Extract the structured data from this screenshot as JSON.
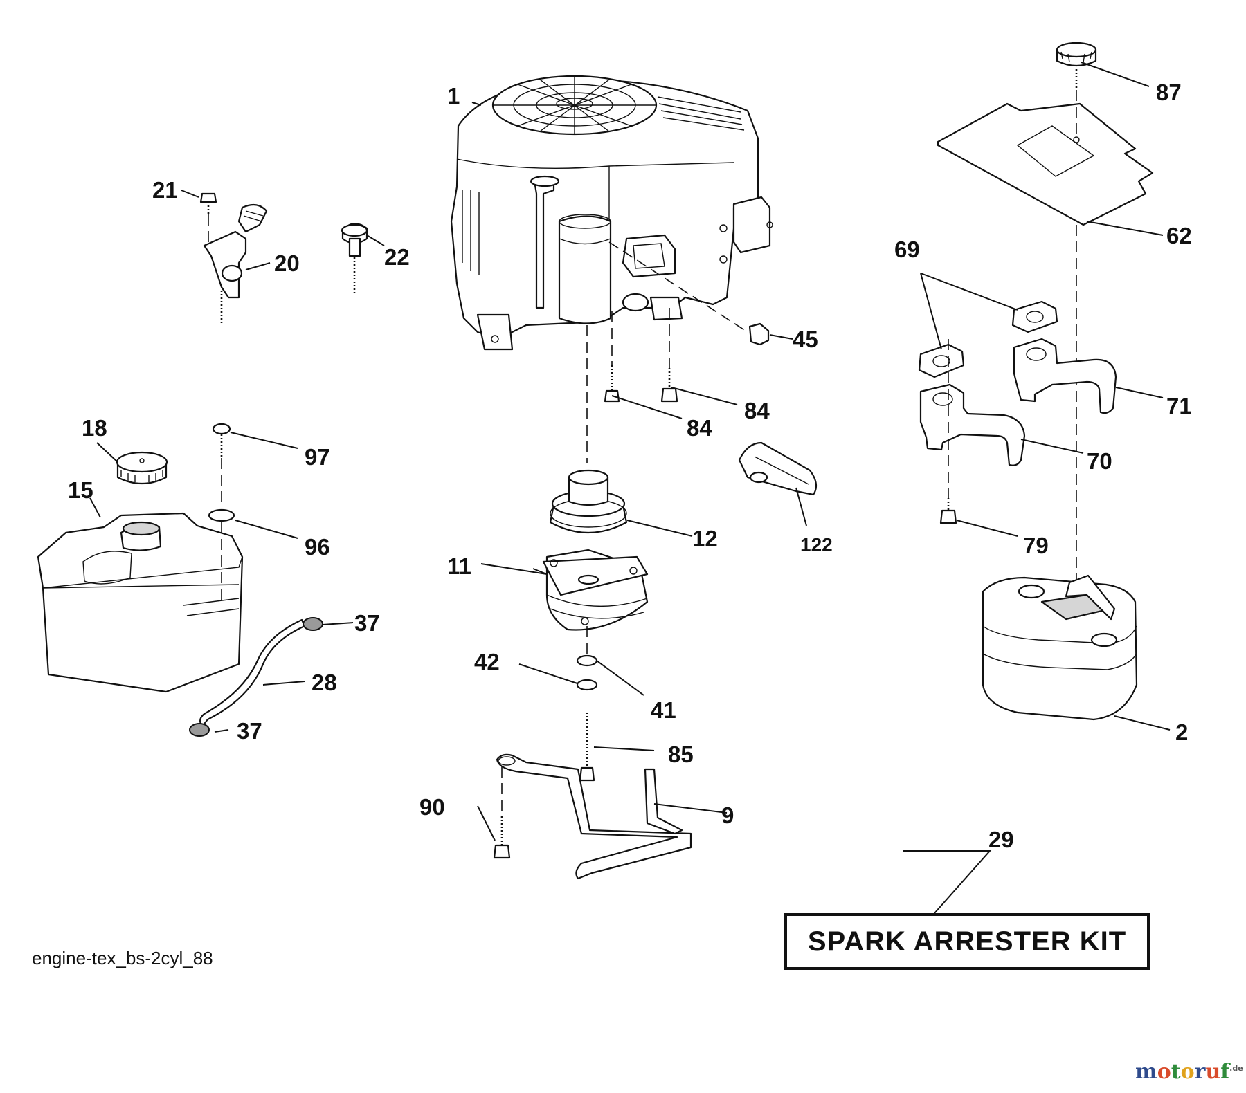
{
  "diagram": {
    "reference_code": "engine-tex_bs-2cyl_88",
    "kit_label": "SPARK ARRESTER KIT",
    "watermark": {
      "text": "motoruf",
      "tld": ".de"
    },
    "callouts": {
      "c1": "1",
      "c2": "2",
      "c9": "9",
      "c11": "11",
      "c12": "12",
      "c15": "15",
      "c18": "18",
      "c20": "20",
      "c21": "21",
      "c22": "22",
      "c28": "28",
      "c29": "29",
      "c37a": "37",
      "c37b": "37",
      "c41": "41",
      "c42": "42",
      "c45": "45",
      "c62": "62",
      "c69": "69",
      "c70": "70",
      "c71": "71",
      "c79": "79",
      "c84a": "84",
      "c84b": "84",
      "c85": "85",
      "c87": "87",
      "c90": "90",
      "c96": "96",
      "c97": "97",
      "c122": "122"
    }
  }
}
